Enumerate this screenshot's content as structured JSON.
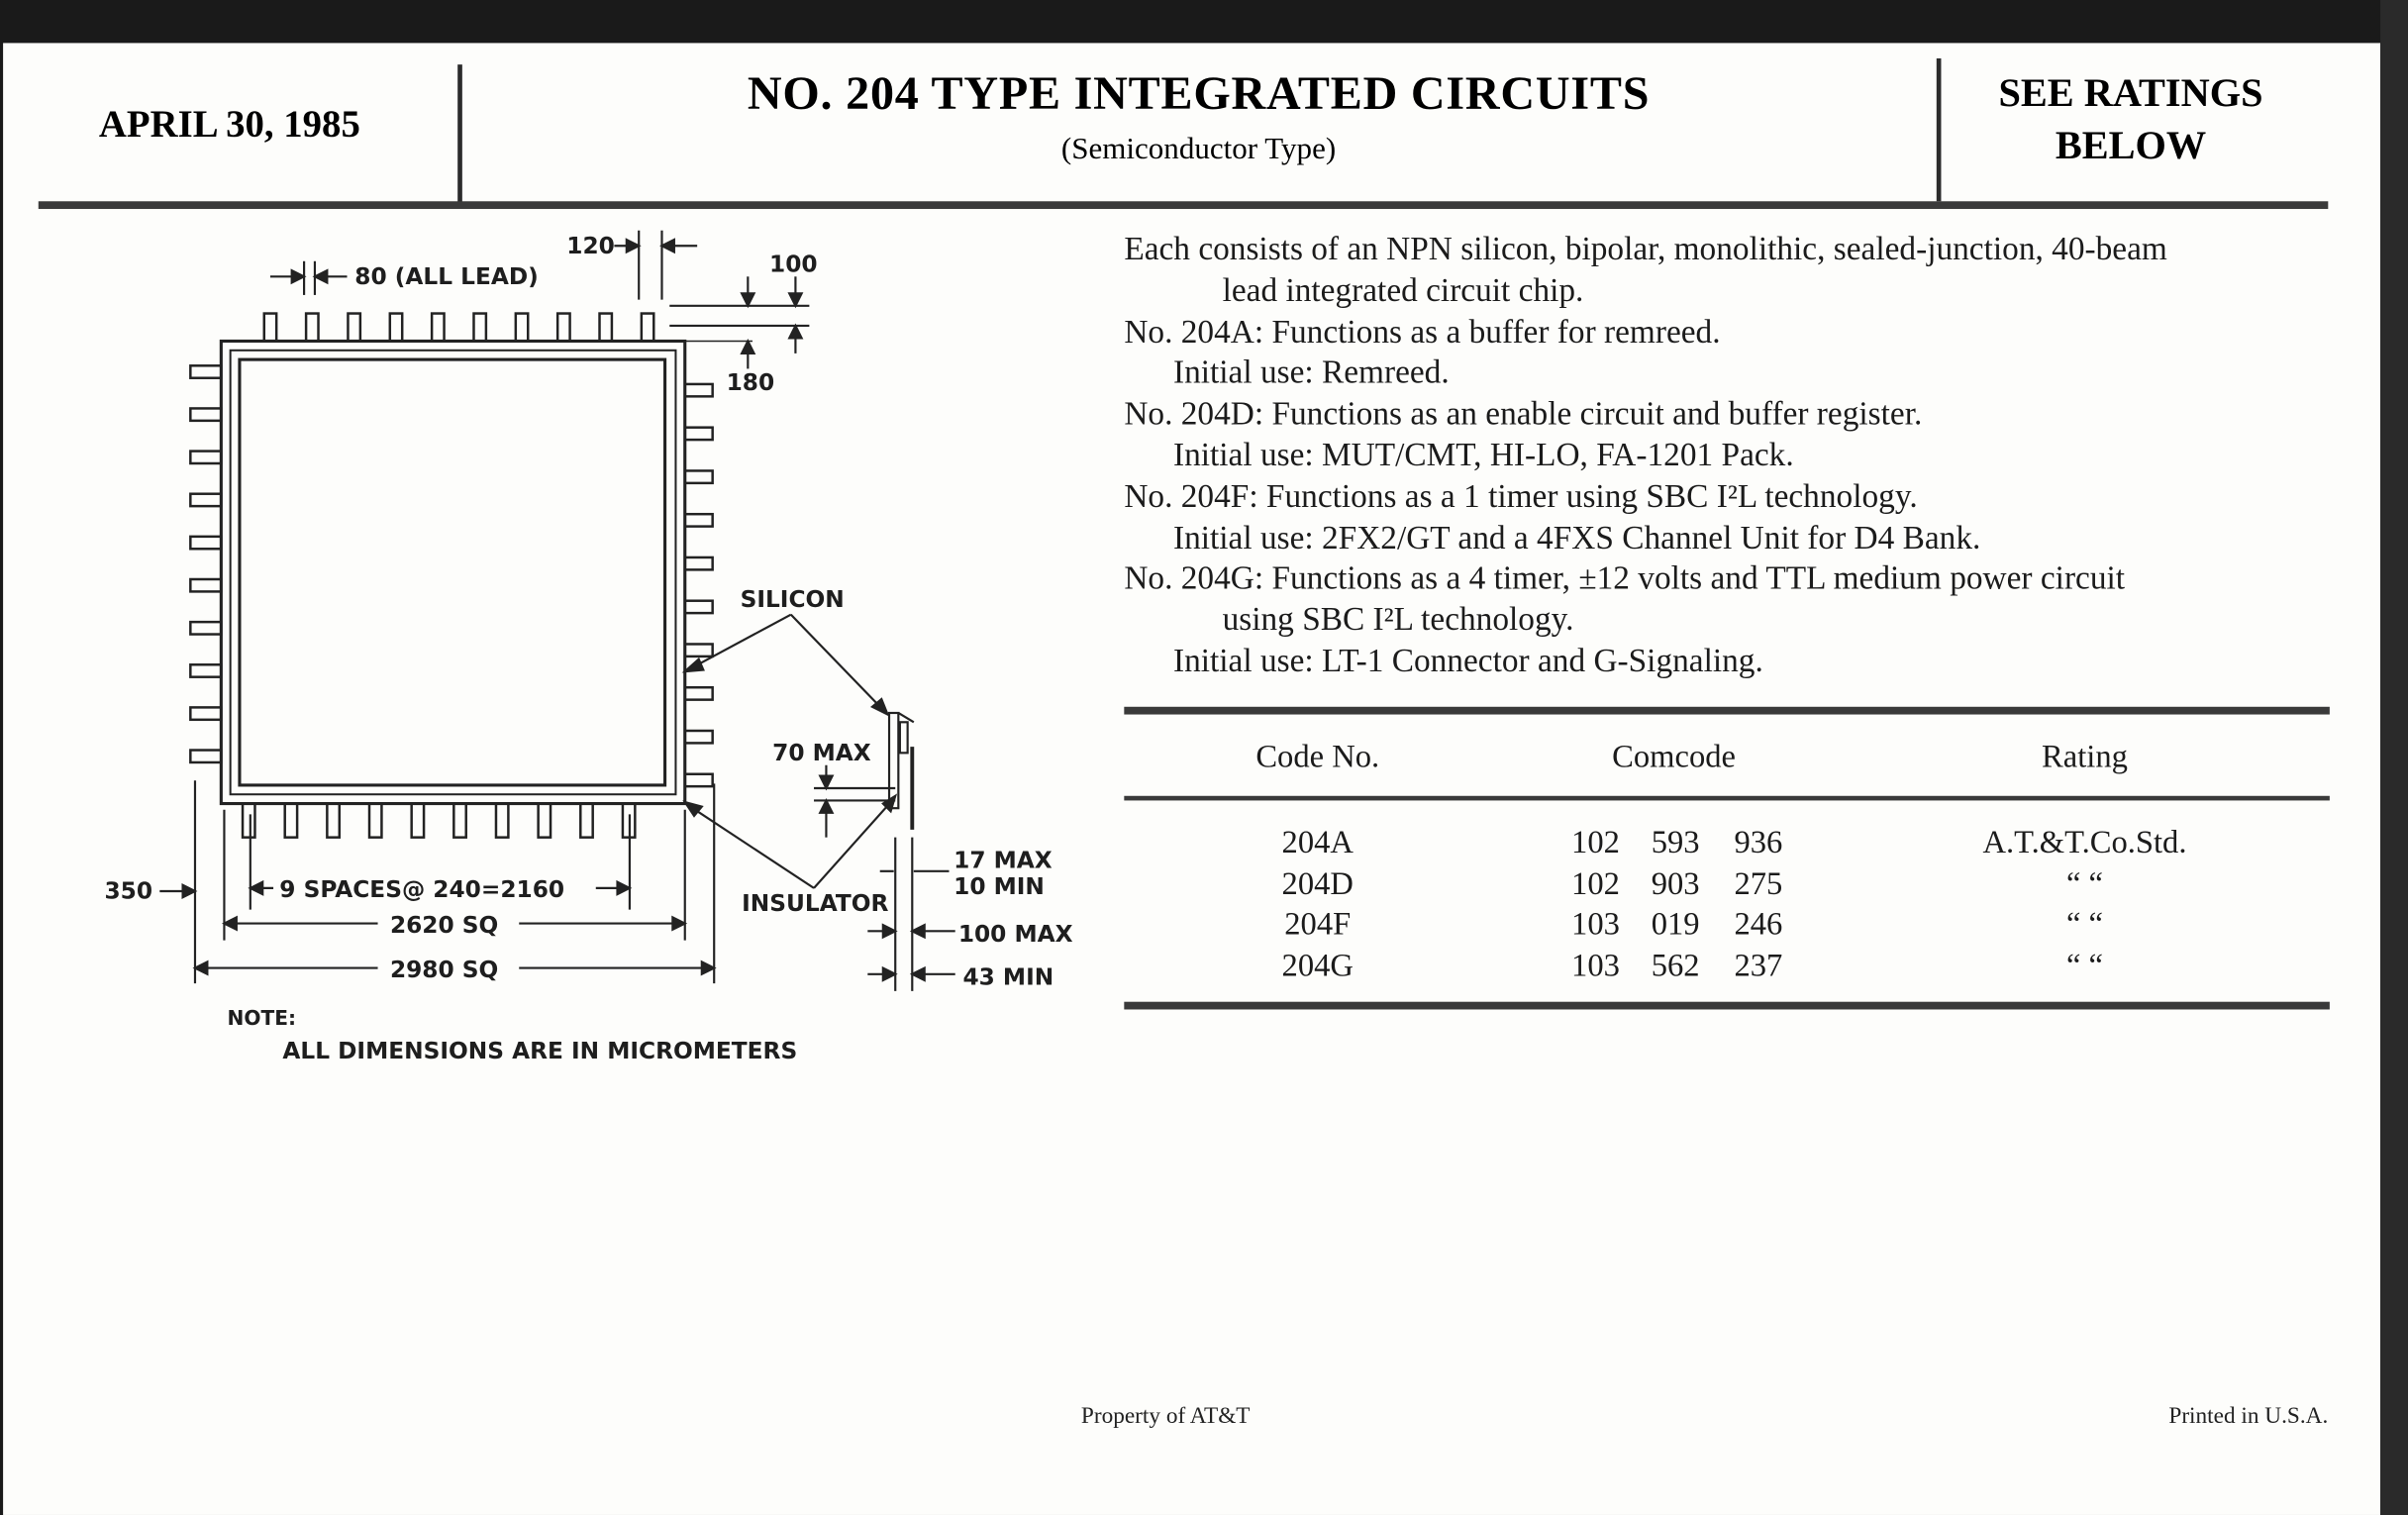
{
  "header": {
    "date": "APRIL 30, 1985",
    "title": "NO. 204 TYPE INTEGRATED CIRCUITS",
    "subtitle": "(Semiconductor Type)",
    "ratings_line1": "SEE RATINGS",
    "ratings_line2": "BELOW"
  },
  "description": [
    {
      "text": "Each consists of an NPN silicon, bipolar, monolithic, sealed-junction, 40-beam",
      "indent": 0
    },
    {
      "text": "lead integrated circuit chip.",
      "indent": 2
    },
    {
      "text": "No. 204A: Functions as a buffer for remreed.",
      "indent": 0
    },
    {
      "text": "Initial use: Remreed.",
      "indent": 1
    },
    {
      "text": "No. 204D: Functions as an enable circuit and buffer register.",
      "indent": 0
    },
    {
      "text": "Initial use: MUT/CMT, HI-LO, FA-1201 Pack.",
      "indent": 1
    },
    {
      "text": "No. 204F: Functions as a 1 timer using SBC I²L technology.",
      "indent": 0
    },
    {
      "text": "Initial use: 2FX2/GT and a 4FXS Channel Unit for D4 Bank.",
      "indent": 1
    },
    {
      "text": "No. 204G: Functions as a 4 timer, ±12 volts and TTL medium power circuit",
      "indent": 0
    },
    {
      "text": "using SBC I²L technology.",
      "indent": 2
    },
    {
      "text": "Initial use: LT-1 Connector and G-Signaling.",
      "indent": 1
    }
  ],
  "table": {
    "headers": [
      "Code No.",
      "Comcode",
      "Rating"
    ],
    "rows": [
      {
        "code": "204A",
        "comcode": [
          "102",
          "593",
          "936"
        ],
        "rating": "A.T.&T.Co.Std."
      },
      {
        "code": "204D",
        "comcode": [
          "102",
          "903",
          "275"
        ],
        "rating": "“      “"
      },
      {
        "code": "204F",
        "comcode": [
          "103",
          "019",
          "246"
        ],
        "rating": "“      “"
      },
      {
        "code": "204G",
        "comcode": [
          "103",
          "562",
          "237"
        ],
        "rating": "“      “"
      }
    ]
  },
  "diagram": {
    "lead_width": "80 (ALL LEAD)",
    "corner_gap": "120",
    "dim_100": "100",
    "dim_180": "180",
    "silicon": "SILICON",
    "max_70": "70 MAX",
    "insulator": "INSULATOR",
    "max_17": "17 MAX",
    "min_10": "10 MIN",
    "max_100": "100 MAX",
    "min_43": "43 MIN",
    "dim_350": "350",
    "spaces": "9 SPACES@ 240=2160",
    "sq_2620": "2620 SQ",
    "sq_2980": "2980 SQ",
    "note_label": "NOTE:",
    "note_text": "ALL DIMENSIONS ARE IN MICROMETERS",
    "leads_per_side": 10
  },
  "footer": {
    "property": "Property of AT&T",
    "printed": "Printed in U.S.A."
  }
}
